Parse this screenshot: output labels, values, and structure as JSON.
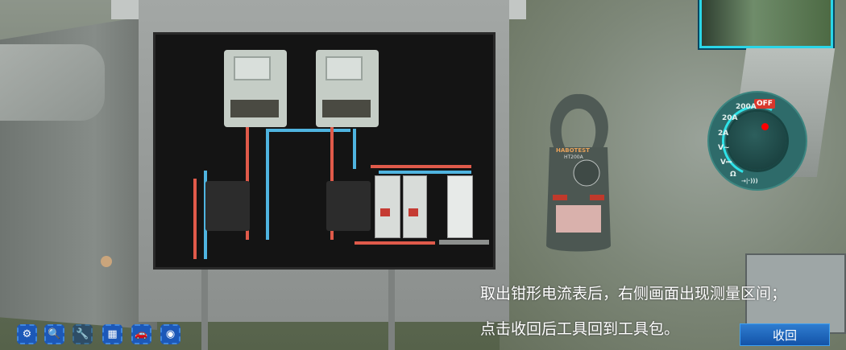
{
  "scene": {
    "clamp_meter": {
      "brand": "HABOTEST",
      "model": "HT200A"
    },
    "colors": {
      "accent": "#2ee3e8",
      "button": "#1c58b8",
      "off": "#d9372c"
    }
  },
  "dial": {
    "off_label": "OFF",
    "ranges": [
      "200A",
      "20A",
      "2A",
      "V~",
      "V⎓",
      "Ω",
      "→|·)))"
    ],
    "selected": "OFF"
  },
  "instructions": {
    "line1": "取出钳形电流表后，右侧画面出现测量区间；",
    "line2": "点击收回后工具回到工具包。"
  },
  "buttons": {
    "retract": "收回"
  },
  "toolbar": [
    {
      "icon": "gear-icon"
    },
    {
      "icon": "document-search-icon"
    },
    {
      "icon": "wrench-icon"
    },
    {
      "icon": "calendar-warning-icon"
    },
    {
      "icon": "car-icon"
    },
    {
      "icon": "eye-icon"
    }
  ]
}
